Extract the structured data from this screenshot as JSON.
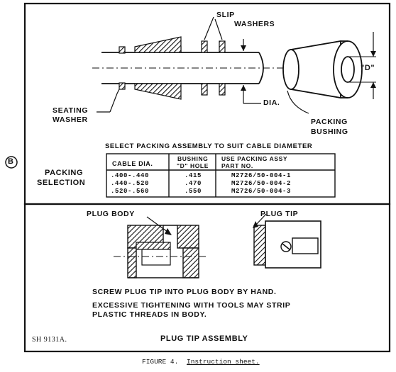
{
  "side_marker": "B",
  "labels": {
    "slip_washers_1": "SLIP",
    "slip_washers_2": "WASHERS",
    "d_label": "\"D\"",
    "dia": "DIA.",
    "seating_1": "SEATING",
    "seating_2": "WASHER",
    "packing_1": "PACKING",
    "packing_2": "BUSHING"
  },
  "select_title": "SELECT PACKING ASSEMBLY TO SUIT CABLE DIAMETER",
  "packing_selection": {
    "line1": "PACKING",
    "line2": "SELECTION"
  },
  "table": {
    "headers": {
      "cable": "CABLE DIA.",
      "bushing_1": "BUSHING",
      "bushing_2": "\"D\" HOLE",
      "use_1": "USE PACKING ASSY",
      "use_2": "PART NO."
    },
    "rows": [
      {
        "cable": ".400-.440",
        "hole": ".415",
        "part": "M2726/50-004-1"
      },
      {
        "cable": ".440-.520",
        "hole": ".470",
        "part": "M2726/50-004-2"
      },
      {
        "cable": ".520-.560",
        "hole": ".550",
        "part": "M2726/50-004-3"
      }
    ]
  },
  "plug": {
    "body_label": "PLUG BODY",
    "tip_label": "PLUG TIP",
    "instruction_1": "SCREW PLUG TIP INTO PLUG BODY BY HAND.",
    "instruction_2": "EXCESSIVE TIGHTENING WITH TOOLS MAY STRIP",
    "instruction_3": "PLASTIC THREADS IN BODY.",
    "sheet_ref": "SH 9131A.",
    "assembly_title": "PLUG TIP ASSEMBLY"
  },
  "caption": {
    "prefix": "FIGURE 4.",
    "title": "Instruction sheet."
  }
}
